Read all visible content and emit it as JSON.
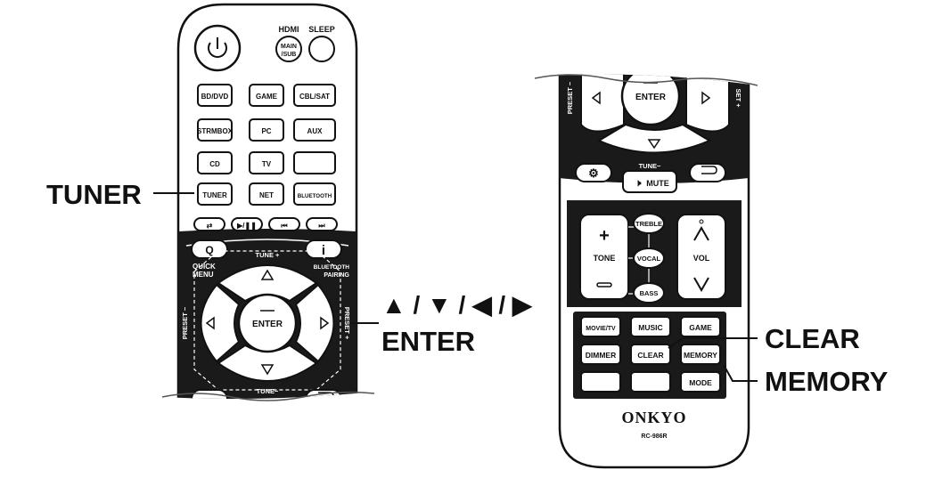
{
  "remote_left": {
    "top_labels": {
      "hdmi": "HDMI",
      "sleep": "SLEEP"
    },
    "main_sub": [
      "MAIN",
      "/SUB"
    ],
    "input_buttons": [
      "BD/DVD",
      "GAME",
      "CBL/SAT",
      "STRMBOX",
      "PC",
      "AUX",
      "CD",
      "TV",
      "",
      "TUNER",
      "NET",
      "BLUETOOTH"
    ],
    "transport_icons": [
      "repeat-icon",
      "play-pause-icon",
      "previous-icon",
      "next-icon"
    ],
    "q_label": "Q",
    "info_label": "i",
    "quick_menu": [
      "QUICK",
      "MENU"
    ],
    "bluetooth_pairing": [
      "BLUETOOTH",
      "PAIRING"
    ],
    "tune_plus": "TUNE +",
    "tune_minus": "TUNE−",
    "preset_minus": "PRESET −",
    "preset_plus": "PRESET +",
    "enter": "ENTER"
  },
  "remote_right": {
    "enter": "ENTER",
    "preset_left": "PRESET −",
    "preset_right": "SET +",
    "tune_minus": "TUNE−",
    "mute": "MUTE",
    "tone": "TONE",
    "vol": "VOL",
    "treble": "TREBLE",
    "vocal": "VOCAL",
    "bass": "BASS",
    "mode_buttons": [
      "MOVIE/TV",
      "MUSIC",
      "GAME",
      "DIMMER",
      "CLEAR",
      "MEMORY",
      "",
      "",
      "MODE"
    ],
    "brand": "ONKYO",
    "model": "RC-986R"
  },
  "callouts": {
    "tuner": "TUNER",
    "arrows": "▲ / ▼ / ◀ / ▶",
    "enter": "ENTER",
    "clear": "CLEAR",
    "memory": "MEMORY"
  }
}
